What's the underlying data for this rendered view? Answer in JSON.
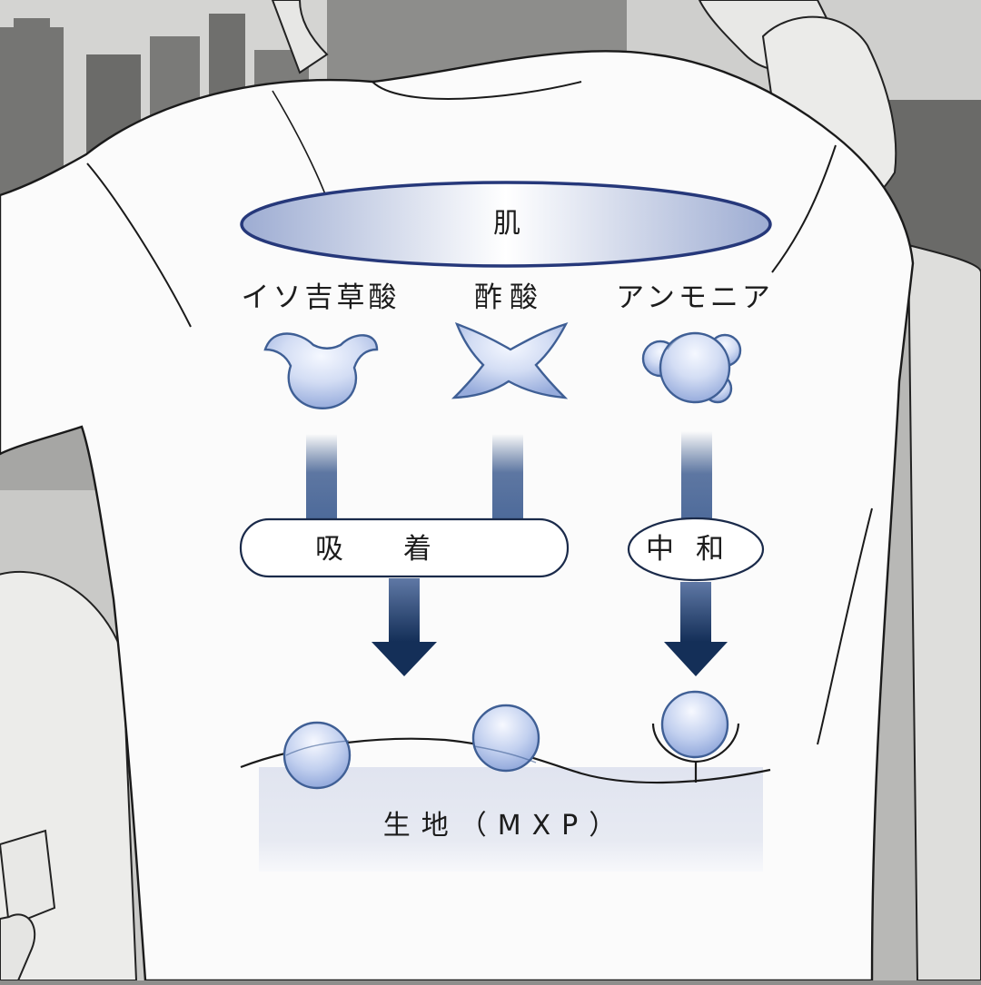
{
  "diagram": {
    "skin_label": "肌",
    "substances": [
      {
        "label": "イソ吉草酸",
        "shape": "winged-blob"
      },
      {
        "label": "酢酸",
        "shape": "four-point-star"
      },
      {
        "label": "アンモニア",
        "shape": "cluster-blob"
      }
    ],
    "processes": [
      {
        "label": "吸着"
      },
      {
        "label": "中和"
      }
    ],
    "fabric_label": "生地（MXP）",
    "colors": {
      "arrow": "#1f3b63",
      "arrow_light": "#5b74a0",
      "molecule_fill": "#b9c8ec",
      "molecule_stroke": "#3f5f95",
      "outline": "#223b70",
      "shirt": "#fbfbfb",
      "background_building": "#6f6f6d"
    }
  }
}
